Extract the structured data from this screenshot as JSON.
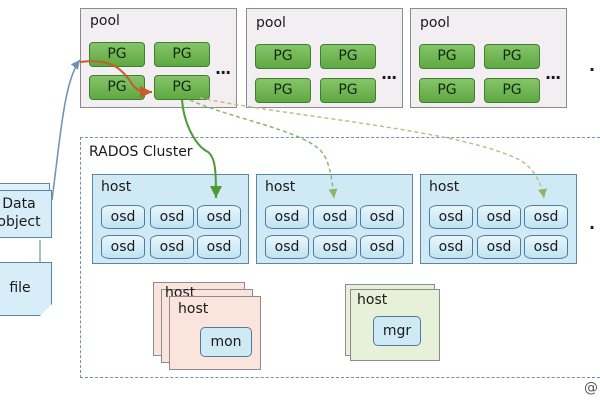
{
  "colors": {
    "pg_green": "#6ab24c",
    "host_blue": "#cfe9f5",
    "mon_pink": "#fbe4dc",
    "mgr_green": "#e7f1da",
    "arrow_orange": "#c75b2a",
    "arrow_green": "#4f9a32",
    "arrow_blue": "#6f8fb4"
  },
  "pools": [
    {
      "label": "pool",
      "pgs": [
        "PG",
        "PG",
        "PG",
        "PG"
      ],
      "more": "..."
    },
    {
      "label": "pool",
      "pgs": [
        "PG",
        "PG",
        "PG",
        "PG"
      ],
      "more": "..."
    },
    {
      "label": "pool",
      "pgs": [
        "PG",
        "PG",
        "PG",
        "PG"
      ],
      "more": "..."
    }
  ],
  "pools_more": "·",
  "cluster": {
    "label": "RADOS Cluster",
    "more": "·"
  },
  "hosts": [
    {
      "label": "host",
      "osds": [
        "osd",
        "osd",
        "osd",
        "osd",
        "osd",
        "osd"
      ]
    },
    {
      "label": "host",
      "osds": [
        "osd",
        "osd",
        "osd",
        "osd",
        "osd",
        "osd"
      ]
    },
    {
      "label": "host",
      "osds": [
        "osd",
        "osd",
        "osd",
        "osd",
        "osd",
        "osd"
      ]
    }
  ],
  "mon": {
    "shadow_label": "host",
    "label": "host",
    "service": "mon"
  },
  "mgr": {
    "label": "host",
    "service": "mgr"
  },
  "data_object": {
    "line1": "Data",
    "line2": "object"
  },
  "file": {
    "label": "file"
  },
  "watermark": "@"
}
